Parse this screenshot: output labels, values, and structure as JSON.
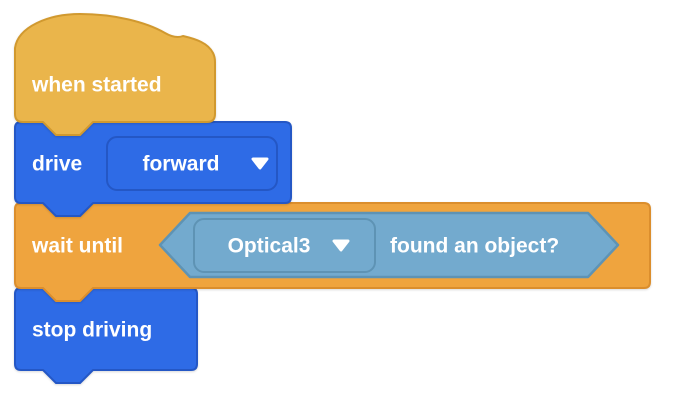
{
  "workspace": {
    "background_color": "#FFFFFF",
    "text_color": "#FFFFFF"
  },
  "blocks": {
    "when_started": {
      "label": "when started",
      "fill": "#EAB54B",
      "stroke": "#D1992F"
    },
    "drive": {
      "label": "drive",
      "fill": "#2E6BE6",
      "stroke": "#2457C5",
      "direction_dropdown": {
        "value": "forward",
        "icon": "dropdown-arrow"
      }
    },
    "wait_until": {
      "label": "wait until",
      "fill": "#EFA43E",
      "stroke": "#DB8E2D",
      "condition": {
        "label": "found an object?",
        "fill": "#73AACE",
        "stroke": "#5E93B4",
        "sensor_dropdown": {
          "value": "Optical3",
          "icon": "dropdown-arrow"
        }
      }
    },
    "stop_driving": {
      "label": "stop driving",
      "fill": "#2E6BE6",
      "stroke": "#2457C5"
    }
  }
}
